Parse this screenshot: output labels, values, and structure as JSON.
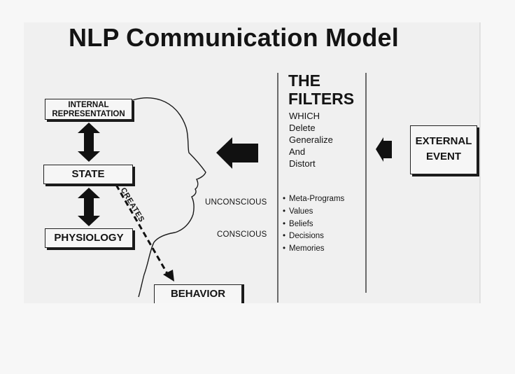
{
  "title": "NLP Communication Model",
  "boxes": {
    "internal_line1": "INTERNAL",
    "internal_line2": "REPRESENTATION",
    "state": "STATE",
    "physiology": "PHYSIOLOGY",
    "behavior": "BEHAVIOR",
    "external_line1": "EXTERNAL",
    "external_line2": "EVENT"
  },
  "creates_label": "CREATES",
  "filters": {
    "title_line1": "THE",
    "title_line2": "FILTERS",
    "which": "WHICH",
    "actions": [
      "Delete",
      "Generalize",
      "And",
      "Distort"
    ]
  },
  "levels": {
    "unconscious": "UNCONSCIOUS",
    "conscious": "CONSCIOUS"
  },
  "filter_types": [
    "Meta-Programs",
    "Values",
    "Beliefs",
    "Decisions",
    "Memories"
  ],
  "colors": {
    "ink": "#141414",
    "paper": "#f0f0f0",
    "background": "#f7f7f7"
  },
  "icons": [
    "head-profile-icon",
    "double-arrow-icon",
    "left-arrow-icon",
    "dashed-arrow-icon"
  ]
}
